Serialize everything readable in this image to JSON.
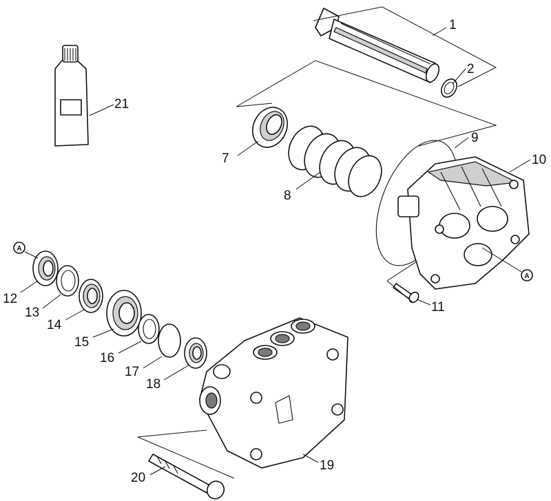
{
  "callouts": {
    "c1": "1",
    "c2": "2",
    "c7": "7",
    "c8": "8",
    "c9": "9",
    "c10": "10",
    "c11": "11",
    "c12": "12",
    "c13": "13",
    "c14": "14",
    "c15": "15",
    "c16": "16",
    "c17": "17",
    "c18": "18",
    "c19": "19",
    "c20": "20",
    "c21": "21"
  },
  "ref_marks": {
    "a_left": "A",
    "a_right": "A"
  },
  "colors": {
    "line": "#111111",
    "shade": "#cfcfcf",
    "background": "#ffffff"
  }
}
